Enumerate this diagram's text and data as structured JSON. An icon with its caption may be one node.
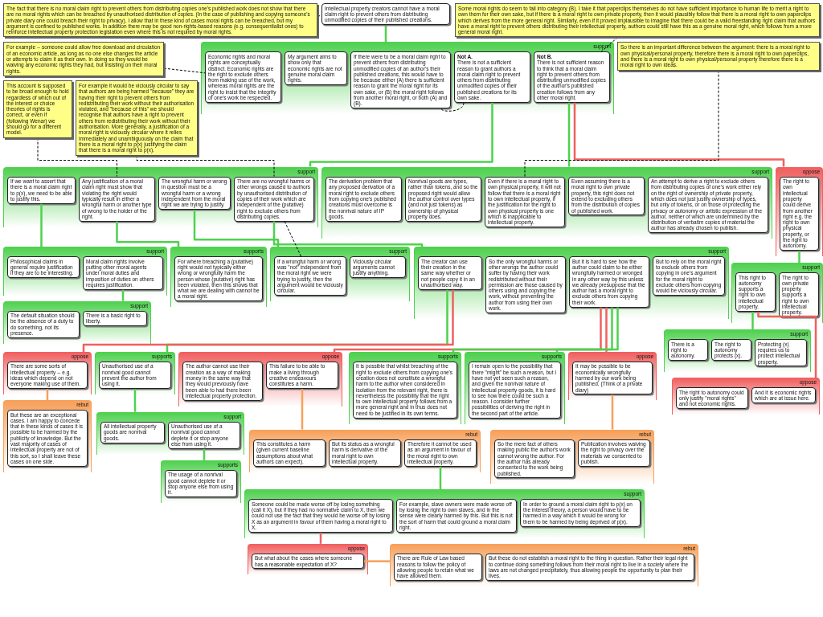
{
  "diagram": {
    "nodes": [
      {
        "text": [
          "Intellectual property creators cannot have a moral claim right to prevent others from distributing unmodified copies of their published creations."
        ]
      },
      {
        "text": [
          "The fact that there is no moral claim right to prevent others from distributing copies one's published work does not show that there are no moral rights which can be breached by unauthorised distribution of copies. (In the case of publishing and copying someone's private diary one could breach their right to privacy). I allow that in these kind of cases moral rights can be breached, but my argument is confined to published works. In addition there may be good non-rights-based reasons (e.g. consequentialist ones) to reinforce intellectual property protection legislation even where this is not required by moral rights."
        ]
      },
      {
        "text": [
          "support"
        ]
      },
      {
        "text": [
          "Economic rights and moral rights are conceptually distinct. Economic rights are the right to exclude others from making use of the work, whereas moral rights are the right to insist that the integrity of one's work be respected."
        ],
        "in": 2
      },
      {
        "text": [
          "My argument aims to show only that economic rights are not genuine moral claim rights."
        ],
        "in": 2
      },
      {
        "text": [
          "If there were to be a moral claim right to prevent others from distributing unmodified copies of an author's their published creations, this would have to be because either (A) there is sufficient reason to grant the moral right for its own sake, or (B) the moral right follows from another moral right, or both (A) and (B)."
        ],
        "in": 2
      },
      {
        "text": [
          "Not A.",
          "There is not a sufficient reason to grant authors a moral claim right to prevent others from distributing unmodified copies of their published creations for its own sake."
        ],
        "in": 2
      },
      {
        "text": [
          "Not B.",
          "There is not sufficient reason to think that a moral claim right to prevent others from distributing unmodified copies of the author's published creation follows from any other moral right."
        ],
        "in": 2
      },
      {
        "text": [
          "For example -- someone could allow free download and circulation of an economic article, as long as no one else changes the article or attempts to claim it as their own. In doing so they would be waiving any economic rights they had, but insisting on their moral rights."
        ]
      },
      {
        "text": [
          "Some moral rights do seem to fall into category (B). I take it that paperclips themselves do not have sufficient importance to human life to merit a right to own them for their own sake, but if there is a moral right to own private property, then it would plausibly follow that there is a moral right to own paperclips which derives from the more general right. Similarly, even if it proved implausible to imagine that there could be a valid freestanding right claim that authors have a moral right to prevent others distributing their intellectual property, authors could still have this as a genuine moral right, which follows from a more general moral right."
        ]
      },
      {
        "text": [
          "support"
        ]
      },
      {
        "text": [
          "If we want to assert that there is a moral claim right to p(x), we need to be able to justify this."
        ],
        "in": 10
      },
      {
        "text": [
          "Any justification of a moral claim right must show that violating the right would typically result in either a wrongful harm or another type of wrong to the holder of the right."
        ],
        "in": 10
      },
      {
        "text": [
          "The wrongful harm or wrong in question must be a wrongful harm or a wrong independent from the moral right we are trying to justify."
        ],
        "in": 10
      },
      {
        "text": [
          "There are no wrongful harms or other wrongs caused to authors by unauthorised distribution of copies of their work which are independent of the (putative) right to exclude others from distributing copies."
        ],
        "in": 10
      },
      {
        "text": [
          "This account is supposed to be broad enough to hold regardless of which out of the interest or choice theories of rights is correct, or even if (following Wenar) we should go for a different model."
        ]
      },
      {
        "text": [
          "For example it would be viciously circular to say that authors are being harmed \"because\" they are having their right to prevent others from redistributing their work without their authorisation violated, and \"because of this\" we should recognise that authors have a right to prevent others from redistributing their work without their authorisation. More generally, a justification of a moral right is viciously circular where it relies immediately and unambiguously on the claim that there is a moral right to p(x) justifying the claim that there is a moral right to p(x)."
        ]
      },
      {
        "text": [
          "support"
        ]
      },
      {
        "text": [
          "Philosophical claims in general require justification if they are to be interesting."
        ],
        "in": 17
      },
      {
        "text": [
          "Moral claim rights involve putting other moral agents under moral duties and imposition of duties on others requires justification."
        ],
        "in": 17
      },
      {
        "text": [
          "support"
        ]
      },
      {
        "text": [
          "The default situation should be the absence of a duty to do something, not its presence."
        ],
        "in": 20
      },
      {
        "text": [
          "There is a basic right to liberty."
        ],
        "in": 20
      },
      {
        "text": [
          "supports"
        ]
      },
      {
        "text": [
          "For where breaching a (putative) right would not typically either wrong or wrongfully harm the person whose (putative) right has been violated, then this shows that what we are dealing with cannot be a moral right."
        ],
        "in": 23
      },
      {
        "text": [
          "support"
        ]
      },
      {
        "text": [
          "If a wrongful harm or wrong was \"not\" independent from the moral right we were trying to justify, then the argument would be viciously circular."
        ],
        "in": 25
      },
      {
        "text": [
          "Viciously circular arguments cannot justify anything."
        ],
        "in": 25
      },
      {
        "text": [
          "support"
        ]
      },
      {
        "text": [
          "The creator can use their creation in the same way whether or not people copy it in an unauthorised way."
        ],
        "in": 28
      },
      {
        "text": [
          "So the only wrongful harms or other wrongs the author could suffer by having their work redistributed without their permission are those caused by others using and copying the work, without preventing the author from using their own work."
        ],
        "in": 28
      },
      {
        "text": [
          "But it is hard to see how the author could claim to be either wrongfully harmed or wronged in any other way by this unless we already presuppose that the author has a moral right to exclude others from copying their work."
        ],
        "in": 28
      },
      {
        "text": [
          "But to rely on the moral right to exclude others from copying in one's argument for the moral right to exclude others from copying would be viciously circular."
        ],
        "in": 28
      },
      {
        "text": [
          "supports"
        ]
      },
      {
        "text": [
          "Unauthorised use of a nonrival good cannot prevent the author from using it."
        ],
        "in": 33
      },
      {
        "text": [
          "support"
        ]
      },
      {
        "text": [
          "All intellectual property goods are nonrival goods."
        ],
        "in": 35
      },
      {
        "text": [
          "Unauthorised use of a nonrival good cannot deplete it or stop anyone else from using it."
        ],
        "in": 35
      },
      {
        "text": [
          "supports"
        ]
      },
      {
        "text": [
          "The usage of a nonrival good cannot deplete it or stop anyone else from using it."
        ],
        "in": 38
      },
      {
        "text": [
          "oppose"
        ]
      },
      {
        "text": [
          "There are some sorts of intellectual property -- e.g. ideas which depend on not everyone making use of them."
        ],
        "in": 40
      },
      {
        "text": [
          "rebut"
        ]
      },
      {
        "text": [
          "But these are an exceptional cases. I am happy to concede that in these kinds of cases it is possible to be harmed by the publicity of knowledge. But the vast majority of cases of intellectual property are not of this sort, so I shall leave these cases on one side."
        ],
        "in": 42
      },
      {
        "text": [
          "oppose"
        ]
      },
      {
        "text": [
          "The author cannot use their creation as a way of making money in the same way that they would previously have been able to had there been intellectual property protection."
        ],
        "in": 44
      },
      {
        "text": [
          "This failure to be able to make a living through creative endeavours constitutes a harm."
        ],
        "in": 44
      },
      {
        "text": [
          "rebut"
        ]
      },
      {
        "text": [
          "This constitutes a harm (given current baseline assumptions about what authors can expect)."
        ],
        "in": 47
      },
      {
        "text": [
          "But its status as a wrongful harm is derivative of the moral right to own intellectual property."
        ],
        "in": 47
      },
      {
        "text": [
          "Therefore it cannot be used as an argument in favour of the moral right to own intellectual property."
        ],
        "in": 47
      },
      {
        "text": [
          "support"
        ]
      },
      {
        "text": [
          "Someone could be made worse off by losing something (call it X), but if they had no normative claim to X, then we could not use the fact that they would be worse off by losing X as an argument in favour of them having a moral right to X."
        ],
        "in": 51
      },
      {
        "text": [
          "For example, slave owners were made worse off by losing the right to own slaves, and in the sense were clearly harmed by this. But this is not the sort of harm that could ground a moral claim right."
        ],
        "in": 51
      },
      {
        "text": [
          "In order to ground a moral claim right to p(x) on the interest theory, a person would have to be harmed in a way which it would be wrong for them to be harmed by being deprived of p(x)."
        ],
        "in": 51
      },
      {
        "text": [
          "oppose"
        ]
      },
      {
        "text": [
          "But what about the cases where someone has a reasonable expectation of X?"
        ],
        "in": 55
      },
      {
        "text": [
          "rebut"
        ]
      },
      {
        "text": [
          "There are Rule of Law based reasons to follow the policy of allowing people to retain what we have allowed them."
        ],
        "in": 57
      },
      {
        "text": [
          "But these do not establish a moral right to the thing in question. Rather their legal right to continue doing something follows from their moral right to live in a society where the laws are not changed precipitately, thus allowing people the opportunity to plan their lives."
        ],
        "in": 57
      },
      {
        "text": [
          "oppose"
        ]
      },
      {
        "text": [
          "It may be possible to be economically wrongfully harmed by our work being published. (Think of a private diary)"
        ],
        "in": 60
      },
      {
        "text": [
          "rebut"
        ]
      },
      {
        "text": [
          "So the mere fact of others making public the author's work cannot wrong the author. For the author has already consented to the work being published."
        ],
        "in": 62
      },
      {
        "text": [
          "Publication involves waiving the right to privacy over the materials we consented to publish."
        ],
        "in": 62
      },
      {
        "text": [
          "supports"
        ]
      },
      {
        "text": [
          "It is possible that whilst breaching of the right to exclude others from copying one's creation does not constitute a wrongful harm to the author when considered in isolation from the relevant right, there is nevertheless the possibility that the right to own intellectual property follows from a more general right and in thus does not need to be justified in its own terms."
        ],
        "in": 65
      },
      {
        "text": [
          "supports"
        ]
      },
      {
        "text": [
          "I remain open to the possibility that there \"might\" be such a reason, but I have not yet seen such a reason, and given the nonrival nature of intellectual property goods, it is hard to see how there could be such a reason. I consider further possibilities of deriving the right in the second part of the article."
        ],
        "in": 67
      },
      {
        "text": [
          "support"
        ]
      },
      {
        "text": [
          "The derivation problem that any proposed derivation of a moral right to exclude others from copying one's published creations must overcome is the nonrival nature of IP goods."
        ],
        "in": 69
      },
      {
        "text": [
          "Nonrival goods are types, rather than tokens, and so the proposed right would allow the author control over types (and not just tokens) as ownership of physical property does."
        ],
        "in": 69
      },
      {
        "text": [
          "Even if there is a moral right to own physical property, it will not follow that there is a moral right to own intellectual property, if the justification for the right to own physical property is one which is inapplicable to intellectual property."
        ],
        "in": 69
      },
      {
        "text": [
          "Even assuming there is a moral right to own private property, this right does not extend to excluding others from the distribution of copies of published work."
        ],
        "in": 69
      },
      {
        "text": [
          "An attempt to derive a right to exclude others from distributing copies of one's work either rely on the right of ownership of private property, which does not just justify ownership of types, but only of tokens, or on those of protecting the privacy or autonomy or artistic expression of the author, neither of which are undermined by the distribution of verbatim copies of material the author has already chosen to publish."
        ],
        "in": 69
      },
      {
        "text": [
          "So there is an important difference between the argument: there is a moral right to own physical/personal property, therefore there is a moral right to own paperclips, and there is a moral right to own physical/personal property therefore there is a moral right to own ideas."
        ]
      },
      {
        "text": [
          "oppose"
        ]
      },
      {
        "text": [
          "The right to own intellectual property could derive from another right e.g. the right to own physical property, or the right to autonomy."
        ],
        "in": 76
      },
      {
        "text": [
          "support"
        ]
      },
      {
        "text": [
          "This right to autonomy supports a right to own intellectual property."
        ],
        "in": 78
      },
      {
        "text": [
          "The right to own private property supports a right to own intellectual property."
        ],
        "in": 78
      },
      {
        "text": [
          "support"
        ]
      },
      {
        "text": [
          "There is a right to autonomy."
        ],
        "in": 81
      },
      {
        "text": [
          "The right to autonomy protects (x)."
        ],
        "in": 81
      },
      {
        "text": [
          "Protecting (x) requires us to protect intellectual property."
        ],
        "in": 81
      },
      {
        "text": [
          "oppose"
        ]
      },
      {
        "text": [
          "The right to autonomy could only justify \"moral rights\" and not economic rights."
        ],
        "in": 85
      },
      {
        "text": [
          "And it is economic rights which are at issue here."
        ],
        "in": 85
      }
    ],
    "edges": [
      {
        "from": 0,
        "to": 2,
        "arrow": "none"
      },
      {
        "from": 6,
        "to": 10,
        "arrow": "none"
      },
      {
        "from": 11,
        "to": 17,
        "arrow": "none"
      },
      {
        "from": 19,
        "to": 20,
        "arrow": "none"
      },
      {
        "from": 12,
        "to": 23,
        "arrow": "none"
      },
      {
        "from": 13,
        "to": 25,
        "arrow": "none"
      },
      {
        "from": 14,
        "to": 28,
        "arrow": "none"
      },
      {
        "from": 29,
        "to": 33,
        "arrow": "none"
      },
      {
        "from": 34,
        "to": 35,
        "arrow": "none"
      },
      {
        "from": 37,
        "to": 38,
        "arrow": "none"
      },
      {
        "from": 29,
        "to": 40,
        "arrow": "none",
        "color": "#f06060"
      },
      {
        "from": 41,
        "to": 42,
        "arrow": "none",
        "color": "#f7a05a"
      },
      {
        "from": 31,
        "to": 44,
        "arrow": "none",
        "color": "#f06060"
      },
      {
        "from": 46,
        "to": 47,
        "arrow": "none",
        "color": "#f7a05a"
      },
      {
        "from": 50,
        "to": 51,
        "arrow": "none"
      },
      {
        "from": 52,
        "to": 55,
        "arrow": "none",
        "color": "#f06060"
      },
      {
        "from": 56,
        "to": 57,
        "arrow": "none",
        "color": "#f7a05a"
      },
      {
        "from": 31,
        "to": 60,
        "arrow": "none",
        "color": "#f06060"
      },
      {
        "from": 61,
        "to": 62,
        "arrow": "none",
        "color": "#f7a05a"
      },
      {
        "from": 31,
        "to": 65,
        "arrow": "none"
      },
      {
        "from": 31,
        "to": 67,
        "arrow": "none"
      },
      {
        "from": 7,
        "to": 69,
        "arrow": "none"
      },
      {
        "from": 7,
        "to": 76,
        "arrow": "none",
        "color": "#f06060"
      },
      {
        "from": 77,
        "to": 78,
        "arrow": "none"
      },
      {
        "from": 79,
        "to": 81,
        "arrow": "none"
      },
      {
        "from": 79,
        "to": 85,
        "arrow": "none",
        "color": "#f06060"
      },
      {
        "from": 1,
        "to": 0,
        "arrow": "none",
        "style": "dashed",
        "color": "#000000"
      },
      {
        "from": 8,
        "to": 3,
        "arrow": "none",
        "style": "dashed",
        "color": "#000000"
      },
      {
        "from": 6,
        "to": 5,
        "arrow": "none",
        "style": "dashed",
        "color": "#000000"
      },
      {
        "from": 9,
        "to": 7,
        "arrow": "none",
        "style": "dashed",
        "color": "#000000"
      },
      {
        "from": 15,
        "to": 12,
        "arrow": "none",
        "style": "dashed",
        "color": "#000000"
      },
      {
        "from": 16,
        "to": 14,
        "arrow": "none",
        "style": "dashed",
        "color": "#000000"
      },
      {
        "from": 14,
        "to": 26,
        "arrow": "none",
        "style": "dashed",
        "color": "#000000"
      },
      {
        "from": 75,
        "to": 72,
        "arrow": "none",
        "style": "dashed",
        "color": "#000000"
      }
    ]
  }
}
